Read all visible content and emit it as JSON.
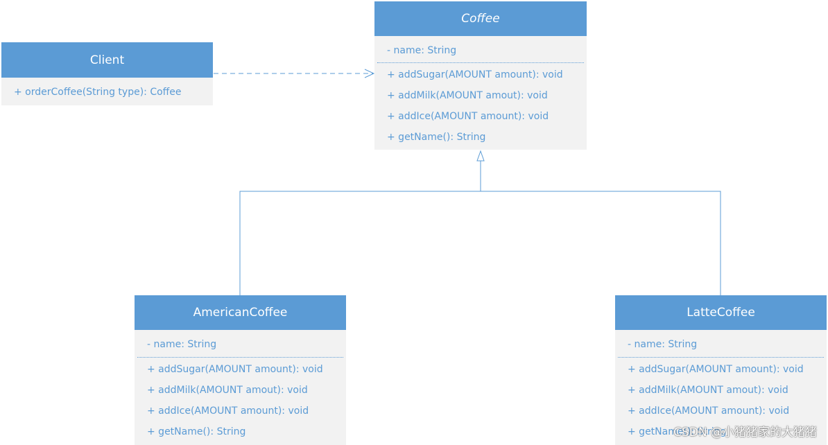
{
  "classes": {
    "client": {
      "name": "Client",
      "operations": [
        "+ orderCoffee(String type): Coffee"
      ]
    },
    "coffee": {
      "name": "Coffee",
      "abstract": true,
      "attributes": [
        "- name: String"
      ],
      "operations": [
        "+ addSugar(AMOUNT amount): void",
        "+ addMilk(AMOUNT amout): void",
        "+ addIce(AMOUNT amount): void",
        "+ getName(): String"
      ]
    },
    "american": {
      "name": "AmericanCoffee",
      "attributes": [
        "- name: String"
      ],
      "operations": [
        "+ addSugar(AMOUNT amount): void",
        "+ addMilk(AMOUNT amout): void",
        "+ addIce(AMOUNT amount): void",
        "+ getName(): String"
      ]
    },
    "latte": {
      "name": "LatteCoffee",
      "attributes": [
        "- name: String"
      ],
      "operations": [
        "+ addSugar(AMOUNT amount): void",
        "+ addMilk(AMOUNT amout): void",
        "+ addIce(AMOUNT amount): void",
        "+ getName(): String"
      ]
    }
  },
  "relationships": [
    {
      "type": "dependency",
      "from": "Client",
      "to": "Coffee"
    },
    {
      "type": "generalization",
      "from": "AmericanCoffee",
      "to": "Coffee"
    },
    {
      "type": "generalization",
      "from": "LatteCoffee",
      "to": "Coffee"
    }
  ],
  "colors": {
    "header": "#5b9bd5",
    "body": "#f2f2f2",
    "text": "#5b9bd5",
    "header_text": "#ffffff"
  },
  "watermark": "CSDN @小猪猪家的大猪猪"
}
